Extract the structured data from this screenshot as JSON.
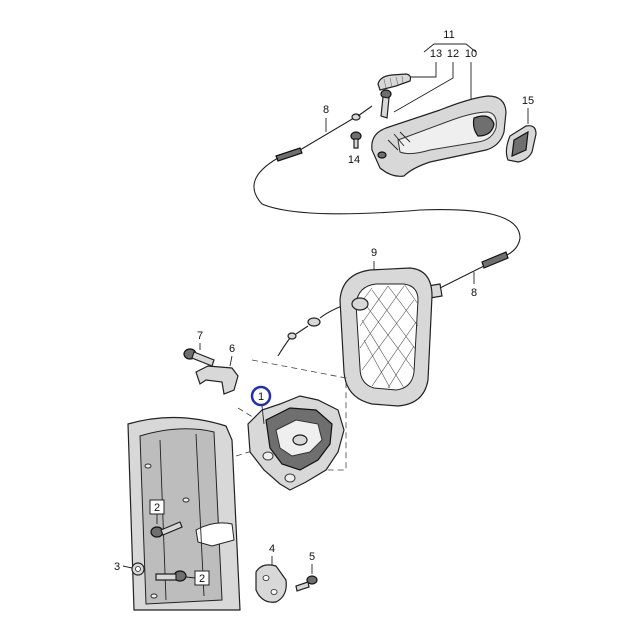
{
  "callouts": {
    "c1": "1",
    "c2a": "2",
    "c2b": "2",
    "c3": "3",
    "c4": "4",
    "c5": "5",
    "c6": "6",
    "c7": "7",
    "c8a": "8",
    "c8b": "8",
    "c9": "9",
    "c10": "10",
    "c11": "11",
    "c12": "12",
    "c13": "13",
    "c14": "14",
    "c15": "15"
  },
  "colors": {
    "highlight_ring": "#1f2fb5",
    "line": "#222222",
    "part_fill": "#d8d8d8",
    "part_dark": "#6f6f6f"
  }
}
